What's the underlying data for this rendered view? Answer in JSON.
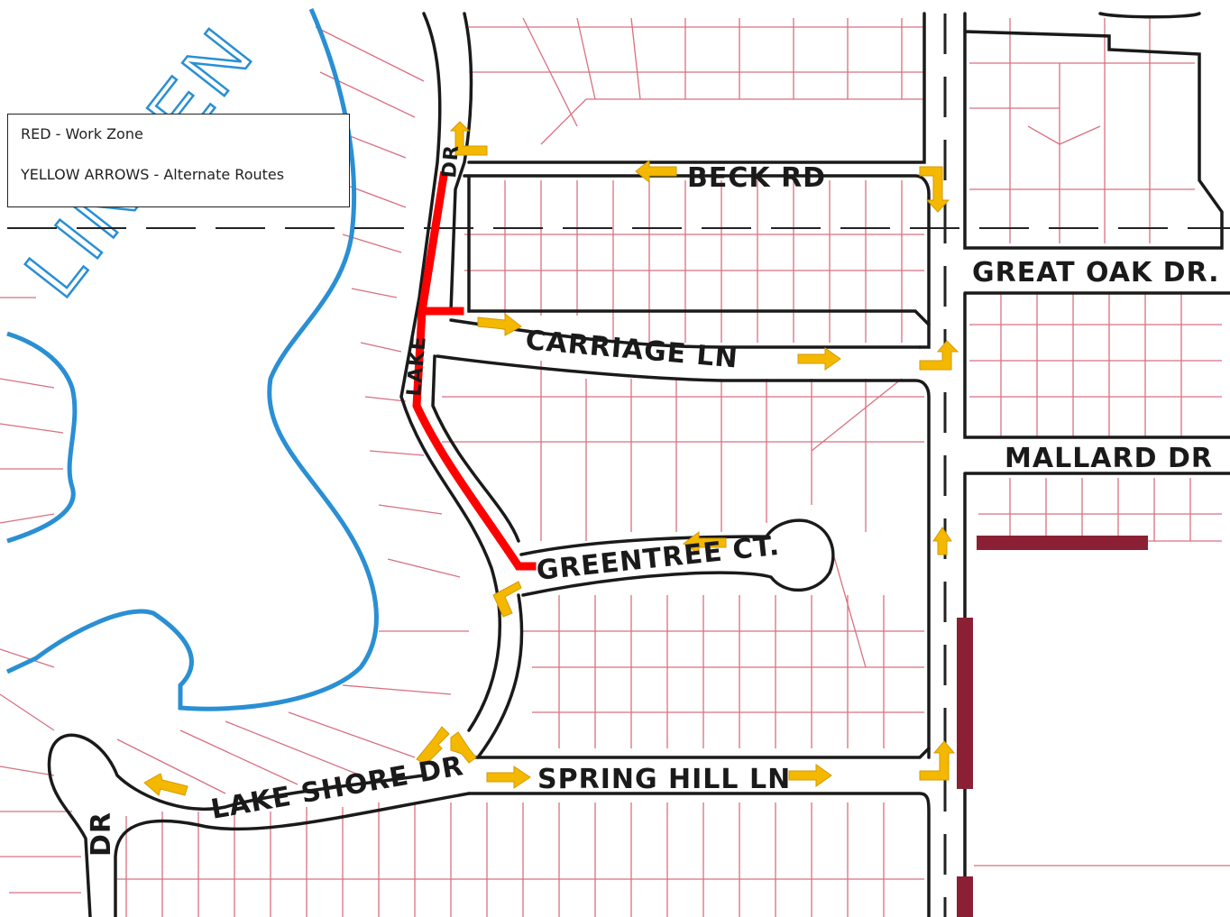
{
  "legend": {
    "work_zone": "RED - Work Zone",
    "alternate_routes": "YELLOW ARROWS - Alternate Routes"
  },
  "streets": {
    "beck_rd": "BECK RD",
    "great_oak_dr": "GREAT OAK DR.",
    "carriage_ln": "CARRIAGE LN",
    "mallard_dr": "MALLARD DR",
    "greentree_ct": "GREENTREE CT.",
    "lake_shore_dr": "LAKE SHORE DR",
    "spring_hill_ln": "SPRING HILL LN",
    "dr_left": "DR",
    "lake_road_partial": "LAKE",
    "lake_road_dr": "DR"
  },
  "lake": {
    "label": "LINDEN"
  },
  "colors": {
    "work_zone": "#ff0000",
    "arrows": "#f5b800",
    "lake": "#2a8fd3",
    "parcels": "#d87080",
    "roads": "#1a1a1a",
    "maroon_bars": "#8b2035"
  }
}
